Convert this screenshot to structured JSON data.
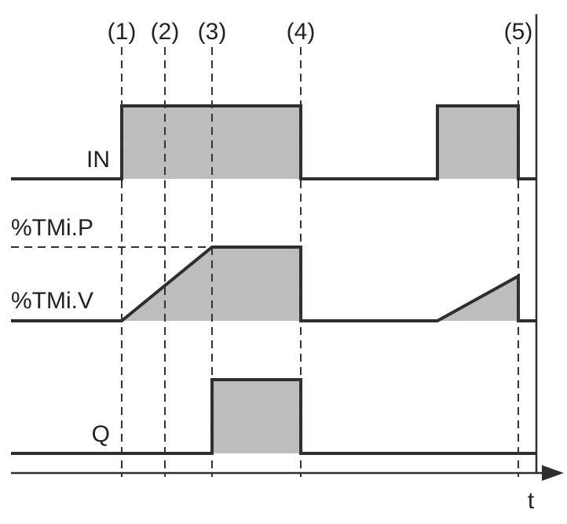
{
  "diagram": {
    "markers": [
      "(1)",
      "(2)",
      "(3)",
      "(4)",
      "(5)"
    ],
    "signals": {
      "in_label": "IN",
      "preset_label": "%TMi.P",
      "value_label": "%TMi.V",
      "output_label": "Q"
    },
    "time_axis_label": "t",
    "colors": {
      "signal_fill": "#bdbdbd",
      "line": "#2e2e2e",
      "background": "#ffffff"
    }
  }
}
